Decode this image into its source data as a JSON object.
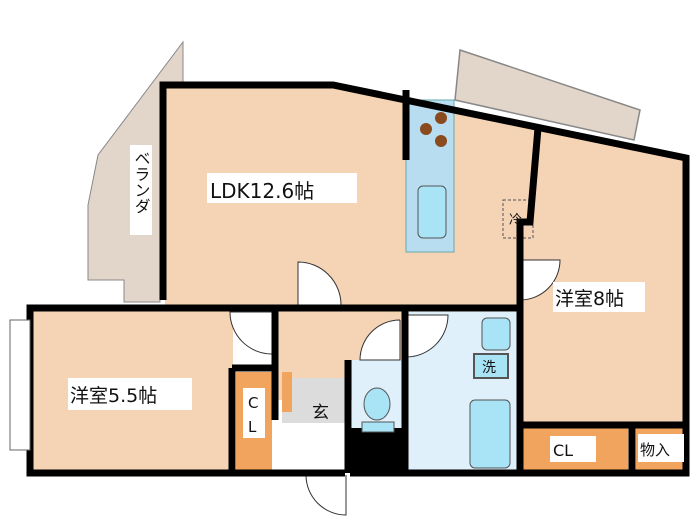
{
  "rooms": {
    "ldk": "LDK12.6帖",
    "western_8": "洋室8帖",
    "western_5_5": "洋室5.5帖",
    "closet_small_c": "C",
    "closet_small_l": "L",
    "entrance": "玄",
    "washer": "洗",
    "fridge": "冷",
    "closet": "CL",
    "storage": "物入",
    "veranda": "ベランダ"
  },
  "colors": {
    "room": "#f5d3b5",
    "closet": "#f0a45e",
    "wet_area": "#dff0fb",
    "fixture": "#a8e4f5",
    "veranda": "#e2d5ca",
    "wall": "#000000",
    "entrance_floor": "#dcdcdc"
  }
}
